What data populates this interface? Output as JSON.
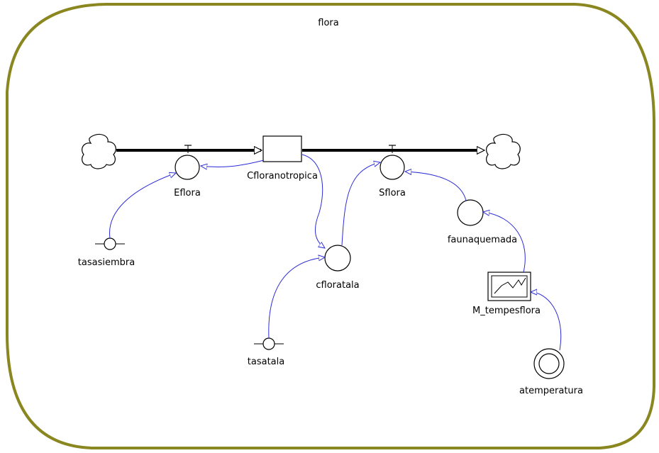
{
  "sector": {
    "title": "flora",
    "border_color": "#8a8620"
  },
  "link_color": "#2b2bd9",
  "stock": {
    "label": "Cfloranotropica"
  },
  "flows": {
    "inflow": {
      "label": "Eflora"
    },
    "outflow": {
      "label": "Sflora"
    }
  },
  "constants": {
    "tasasiembra": {
      "label": "tasasiembra"
    },
    "tasatala": {
      "label": "tasatala"
    }
  },
  "auxiliaries": {
    "cfloratala": {
      "label": "cfloratala"
    },
    "faunaquemada": {
      "label": "faunaquemada"
    }
  },
  "lookup": {
    "label": "M_tempesflora"
  },
  "ghost": {
    "label": "atemperatura"
  },
  "clouds": {
    "source": {
      "icon": "cloud-source-icon"
    },
    "sink": {
      "icon": "cloud-sink-icon"
    }
  }
}
